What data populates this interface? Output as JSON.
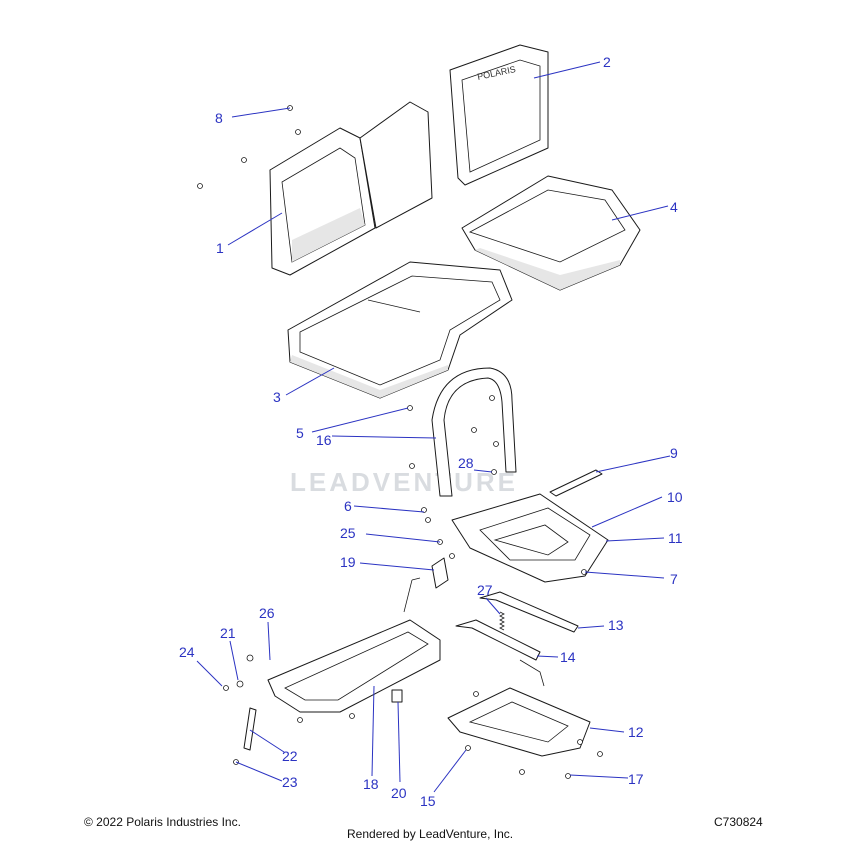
{
  "watermark": "LEADVENTURE",
  "footer": {
    "copyright": "© 2022 Polaris Industries Inc.",
    "rendered_by": "Rendered by LeadVenture, Inc.",
    "diagram_id": "C730824"
  },
  "callouts": {
    "c1": "1",
    "c2": "2",
    "c3": "3",
    "c4": "4",
    "c5": "5",
    "c6": "6",
    "c7": "7",
    "c8": "8",
    "c9": "9",
    "c10": "10",
    "c11": "11",
    "c12": "12",
    "c13": "13",
    "c14": "14",
    "c15": "15",
    "c16": "16",
    "c17": "17",
    "c18": "18",
    "c19": "19",
    "c20": "20",
    "c21": "21",
    "c22": "22",
    "c23": "23",
    "c24": "24",
    "c25": "25",
    "c26": "26",
    "c27": "27",
    "c28": "28"
  },
  "colors": {
    "callout": "#2b33c2",
    "linework": "#1a1a1a",
    "watermark": "#d9dce0"
  }
}
